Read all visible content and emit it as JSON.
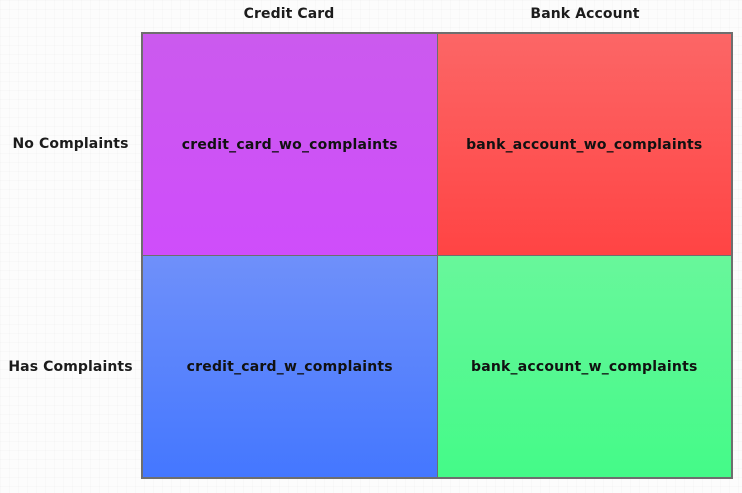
{
  "chart_data": {
    "type": "heatmap",
    "title": "",
    "xlabel": "",
    "ylabel": "",
    "grid": true,
    "legend": "none",
    "categories_x": [
      "Credit Card",
      "Bank Account"
    ],
    "categories_y": [
      "No Complaints",
      "Has Complaints"
    ],
    "cells": [
      {
        "row": "No Complaints",
        "column": "Credit Card",
        "label": "credit_card_wo_complaints",
        "color_top": "#CB5AEE",
        "color_bottom": "#CF4DFB"
      },
      {
        "row": "No Complaints",
        "column": "Bank Account",
        "label": "bank_account_wo_complaints",
        "color_top": "#FC6666",
        "color_bottom": "#FF4444"
      },
      {
        "row": "Has Complaints",
        "column": "Credit Card",
        "label": "credit_card_w_complaints",
        "color_top": "#6F90FA",
        "color_bottom": "#4477FF"
      },
      {
        "row": "Has Complaints",
        "column": "Bank Account",
        "label": "bank_account_w_complaints",
        "color_top": "#68F79B",
        "color_bottom": "#44FA88"
      }
    ]
  },
  "columns": [
    {
      "label": "Credit Card"
    },
    {
      "label": "Bank Account"
    }
  ],
  "rows": [
    {
      "label": "No Complaints"
    },
    {
      "label": "Has Complaints"
    }
  ],
  "colors": {
    "background": "#FCFCFC",
    "border": "#6E6E6E",
    "text": "#1C1C1C"
  }
}
